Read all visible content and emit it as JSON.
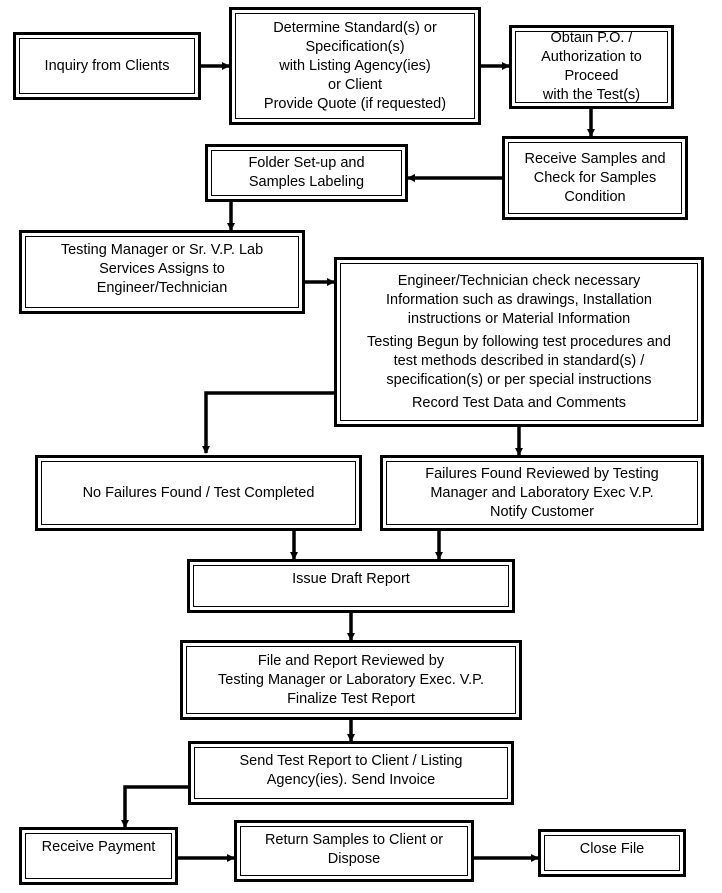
{
  "diagram": {
    "nodes": {
      "inquiry": "Inquiry from Clients",
      "determine": "Determine Standard(s)  or\nSpecification(s)\nwith Listing Agency(ies)\nor Client\nProvide Quote (if requested)",
      "obtain_po": "Obtain P.O. /\nAuthorization to Proceed\nwith the Test(s)",
      "receive_samples": "Receive Samples and\nCheck for Samples\nCondition",
      "folder_setup": "Folder Set-up and\nSamples Labeling",
      "testing_manager": "Testing Manager or Sr. V.P. Lab\nServices Assigns to\nEngineer/Technician",
      "engineer_check": "Engineer/Technician check necessary\nInformation such as drawings, Installation\ninstructions or Material Information",
      "testing_begun": "Testing Begun by following test procedures and\ntest methods described in standard(s) /\nspecification(s) or per special instructions",
      "record_data": "Record Test Data and Comments",
      "no_failures": "No Failures Found / Test Completed",
      "failures_found": "Failures Found Reviewed by Testing\nManager and Laboratory Exec V.P.\nNotify Customer",
      "issue_draft": "Issue Draft Report",
      "file_review": "File and Report Reviewed by\nTesting Manager or Laboratory Exec. V.P.\nFinalize Test Report",
      "send_report": "Send Test Report to Client / Listing\nAgency(ies).   Send Invoice",
      "receive_payment": "Receive Payment",
      "return_samples": "Return Samples to Client or\nDispose",
      "close_file": "Close File"
    },
    "colors": {
      "line": "#000000",
      "background": "#ffffff",
      "text": "#000000"
    }
  }
}
